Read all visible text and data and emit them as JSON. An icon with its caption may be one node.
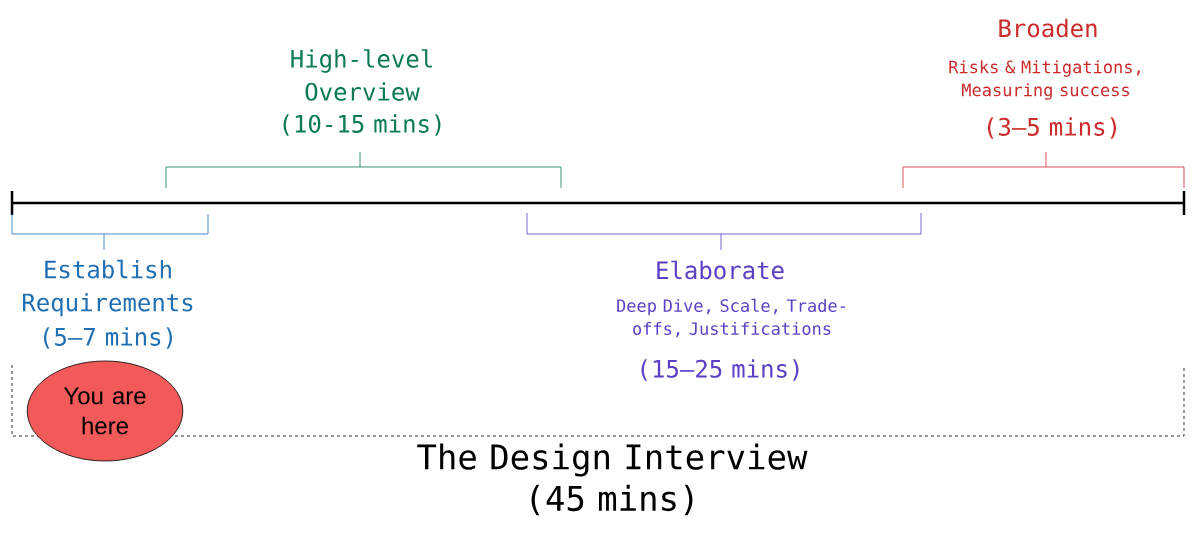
{
  "diagram": {
    "nodes": [
      {
        "text": [
          "You are here"
        ]
      }
    ],
    "labels": [
      "High-level Overview",
      "(10-15 mins)",
      "Broaden",
      "Risks & Mitigations, Measuring success",
      "(3–5 mins)",
      "Establish Requirements",
      "(5–7 mins)",
      "Elaborate",
      "Deep Dive, Scale, Trade-offs, Justifications",
      "(15–25 mins)",
      "The Design Interview",
      "(45 mins)"
    ]
  }
}
